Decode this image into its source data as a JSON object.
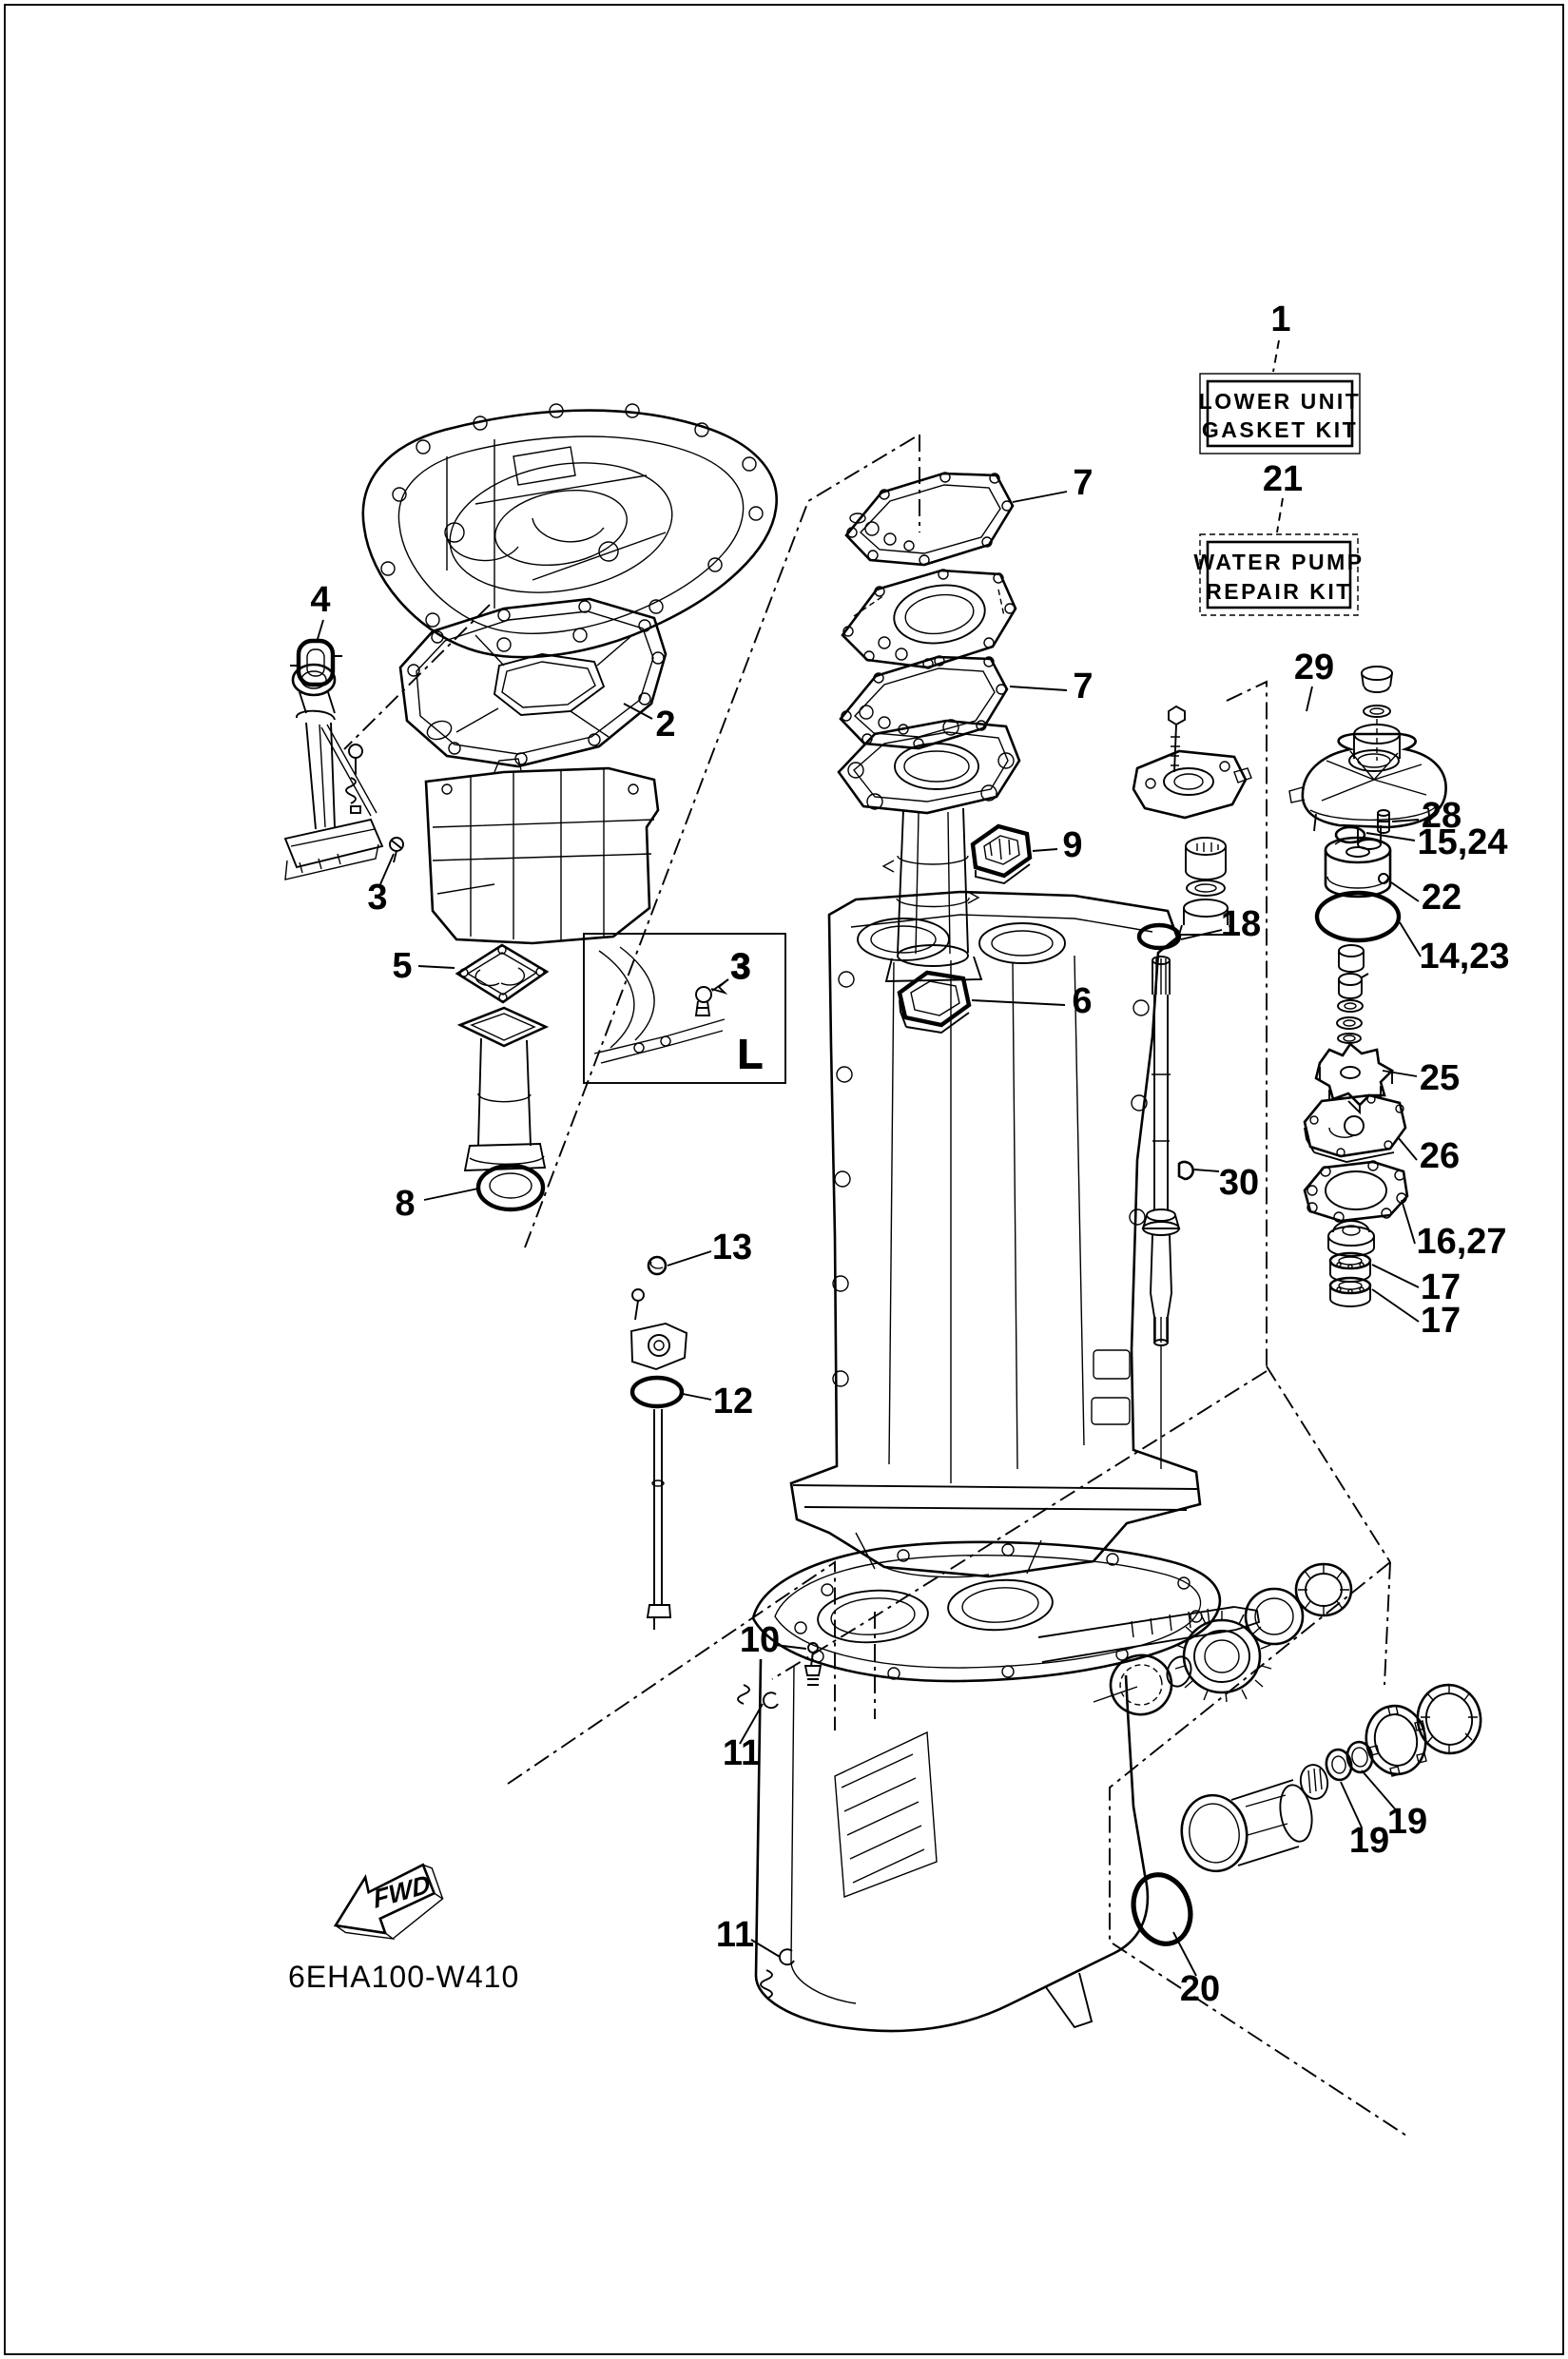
{
  "document": {
    "type": "exploded-parts-diagram",
    "subject": "outboard lower unit repair kit",
    "background_color": "#ffffff",
    "ink_color": "#000000"
  },
  "kit_boxes": {
    "gasket": {
      "callout": "1",
      "line1": "LOWER UNIT",
      "line2": "GASKET KIT"
    },
    "water_pump": {
      "callout": "21",
      "line1": "WATER PUMP",
      "line2": "REPAIR KIT"
    }
  },
  "callouts": {
    "n1": "1",
    "n21": "21",
    "n2": "2",
    "n3": "3",
    "n3_inset": "3",
    "n4": "4",
    "n5": "5",
    "n6": "6",
    "n7a": "7",
    "n7b": "7",
    "n8": "8",
    "n9": "9",
    "n10": "10",
    "n11a": "11",
    "n11b": "11",
    "n12": "12",
    "n13": "13",
    "n14_23": "14,23",
    "n15_24": "15,24",
    "n16_27": "16,27",
    "n17a": "17",
    "n17b": "17",
    "n18": "18",
    "n19a": "19",
    "n19b": "19",
    "n20": "20",
    "n22": "22",
    "n25": "25",
    "n26": "26",
    "n28": "28",
    "n29": "29",
    "n30": "30"
  },
  "inset": {
    "size_label": "L"
  },
  "footer": {
    "drawing_code": "6EHA100-W410",
    "fwd_label": "FWD"
  }
}
